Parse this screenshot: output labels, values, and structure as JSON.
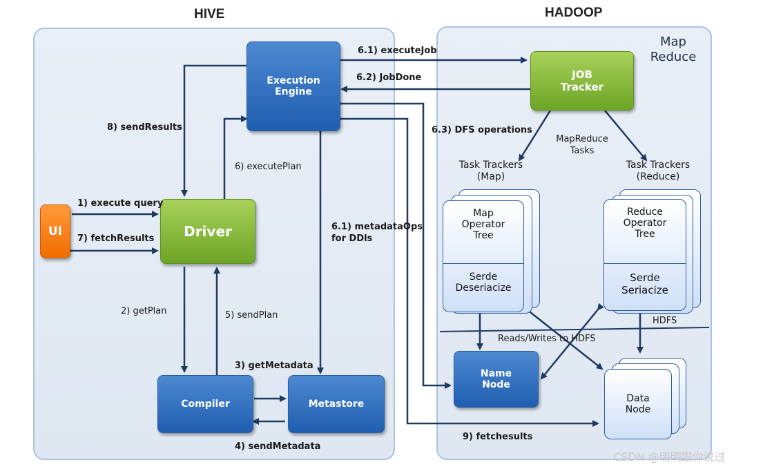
{
  "titles": {
    "hive": "HIVE",
    "hadoop": "HADOOP"
  },
  "mapreduce": {
    "title": "Map\nReduce"
  },
  "nodes": {
    "ui": "UI",
    "driver": "Driver",
    "execution_engine": "Execution\nEngine",
    "compiler": "Compiler",
    "metastore": "Metastore",
    "job_tracker": "JOB\nTracker",
    "name_node": "Name\nNode",
    "data_node": "Data\nNode"
  },
  "task_trackers": {
    "map": {
      "title": "Task Trackers\n(Map)",
      "tree": "Map\nOperator\nTree",
      "serde": "Serde\nDeseriacize"
    },
    "reduce": {
      "title": "Task Trackers\n(Reduce)",
      "tree": "Reduce\nOperator\nTree",
      "serde": "Serde\nSeriacize"
    }
  },
  "edges": {
    "execute_query": "1) execute query",
    "fetch_results": "7) fetchResults",
    "get_plan": "2) getPlan",
    "get_metadata": "3) getMetadata",
    "send_metadata": "4) sendMetadata",
    "send_plan": "5) sendPlan",
    "execute_plan": "6) executePlan",
    "metadata_ops": "6.1)  metadataOps\nfor DDls",
    "execute_job": "6.1) executeJob",
    "job_done": "6.2) JobDone",
    "dfs_operations": "6.3) DFS operations",
    "mapreduce_tasks": "MapReduce\nTasks",
    "send_results": "8) sendResults",
    "fetch_hdfs_results": "9) fetchesults",
    "reads_writes": "Reads/Writes to HDFS",
    "hdfs": "HDFS"
  },
  "watermark": "CSDN @明明跟你说过",
  "colors": {
    "arrow": "#1f3a5f",
    "panel_border": "#a9c3e0",
    "blue_node": "#2a6bbf",
    "green_node": "#86b83b",
    "orange_node": "#f57c10"
  }
}
